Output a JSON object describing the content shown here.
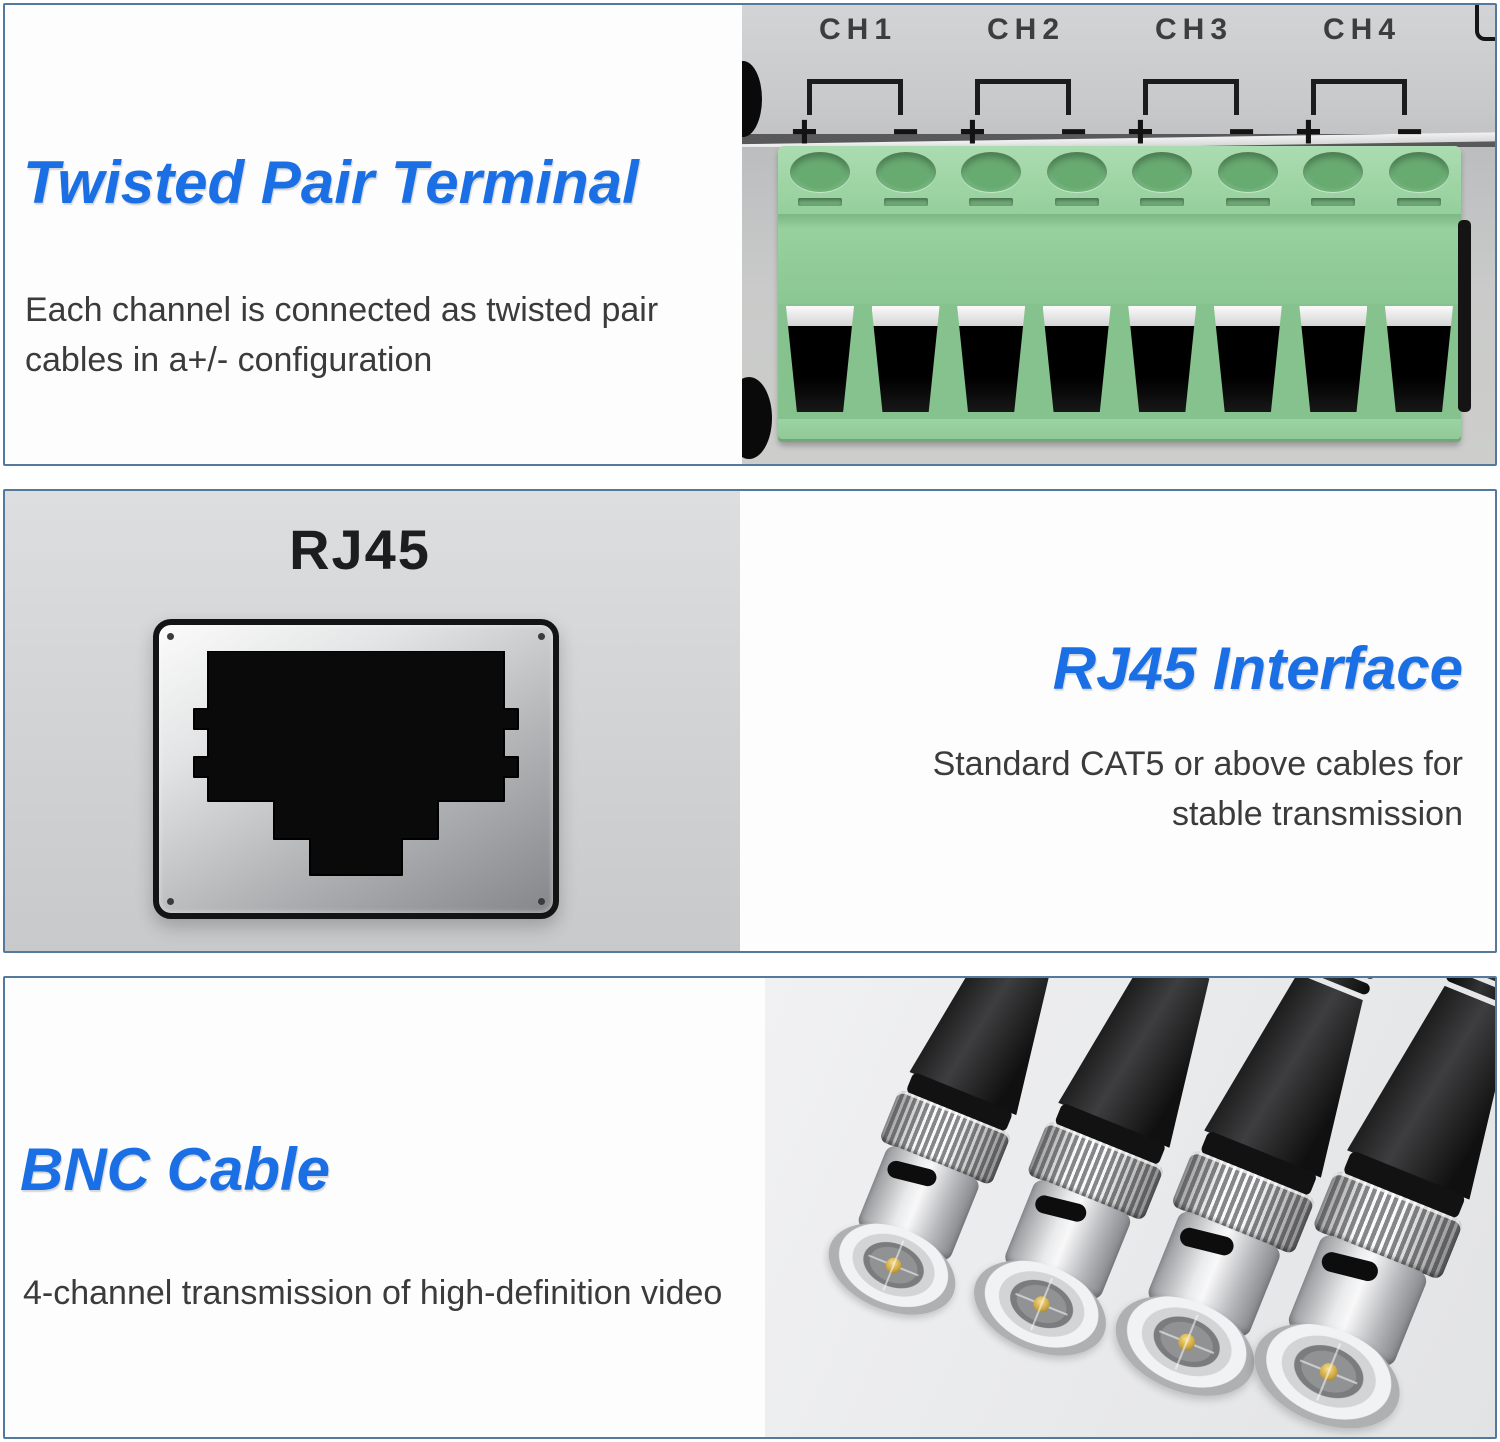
{
  "colors": {
    "accent_blue": "#1a6fe4",
    "body_text": "#3b3b3c",
    "panel_border": "#54799c",
    "terminal_green": "#8fca96",
    "metal_gray": "#c9cacc"
  },
  "sections": [
    {
      "title": "Twisted Pair Terminal",
      "description_lines": [
        "Each channel is connected as twisted pair",
        "cables in a+/- configuration"
      ],
      "channels": [
        {
          "label": "CH1"
        },
        {
          "label": "CH2"
        },
        {
          "label": "CH3"
        },
        {
          "label": "CH4"
        }
      ],
      "polarity": {
        "plus": "+",
        "minus": "−"
      },
      "terminal_count": "8"
    },
    {
      "port_label": "RJ45",
      "title": "RJ45 Interface",
      "description_lines": [
        "Standard CAT5 or above cables for",
        "stable transmission"
      ]
    },
    {
      "title": "BNC Cable",
      "description_lines": [
        "4-channel transmission of high-definition video"
      ],
      "connector_count": "4"
    }
  ]
}
